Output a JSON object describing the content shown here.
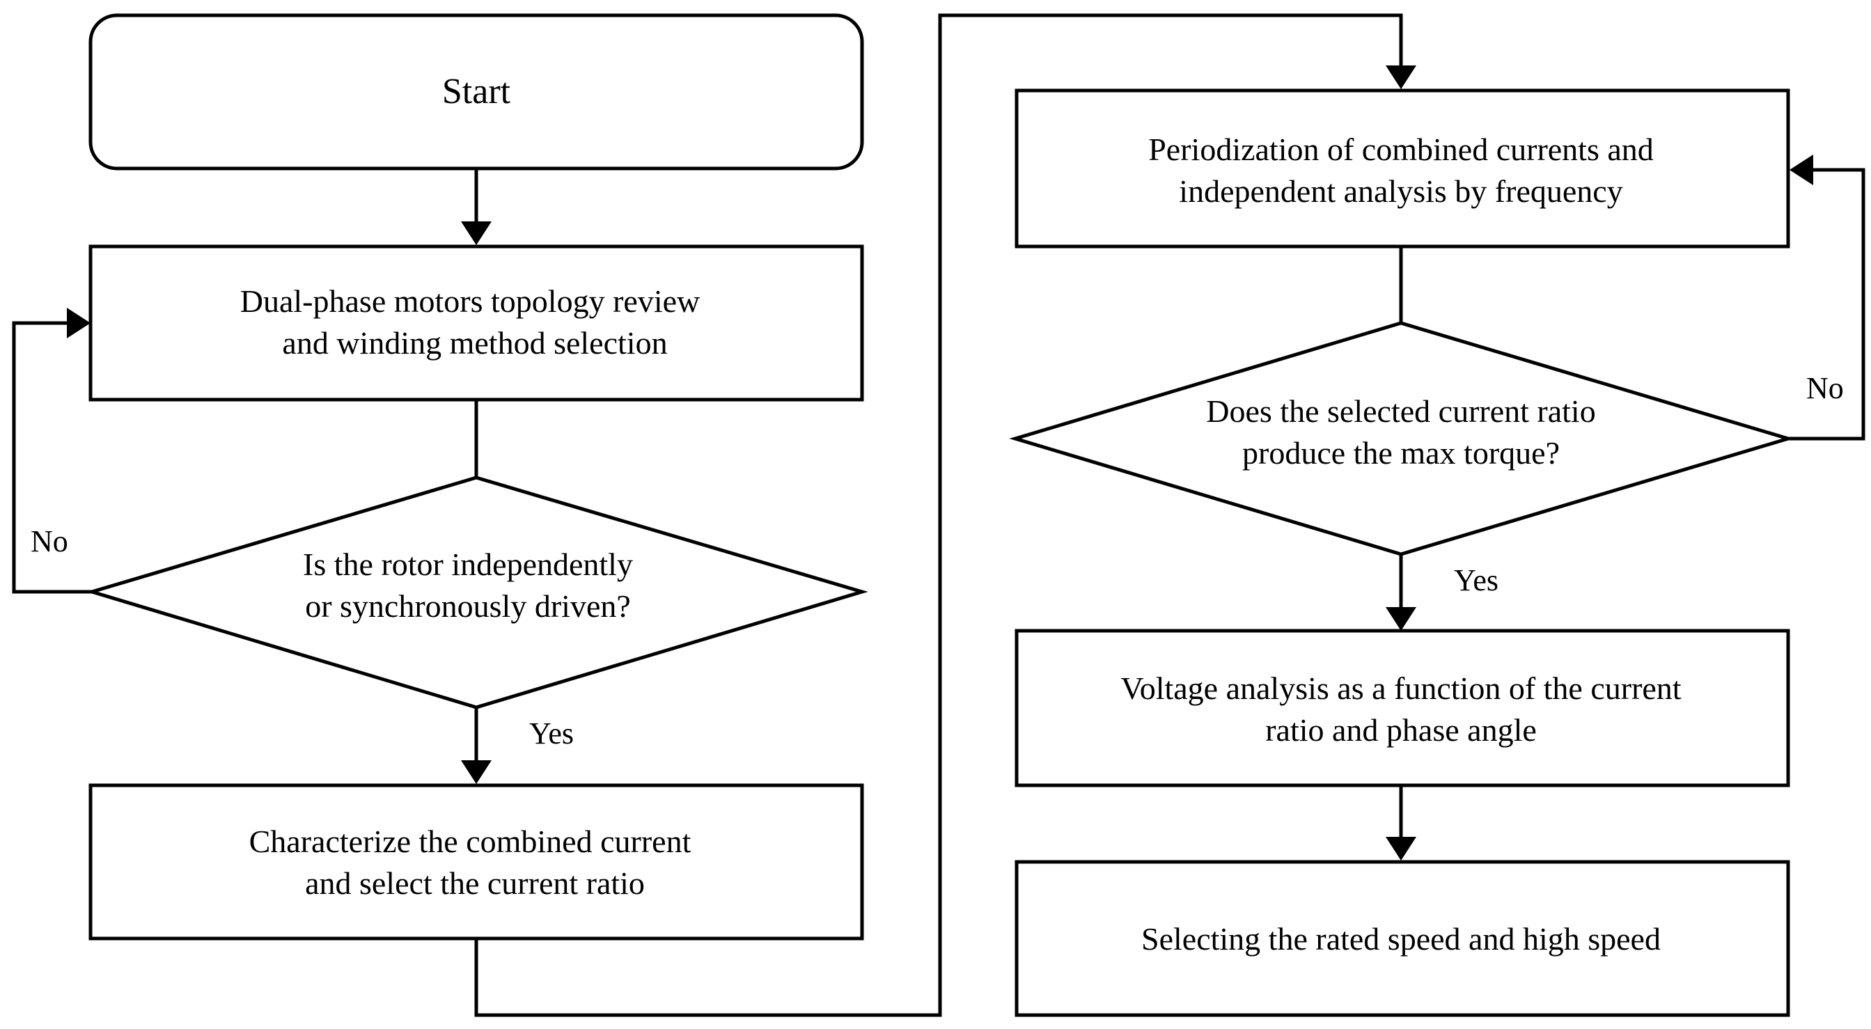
{
  "nodes": {
    "start": "Start",
    "topology_line1": "Dual-phase motors topology review",
    "topology_line2": "and winding method selection",
    "rotor_question_line1": "Is the rotor independently",
    "rotor_question_line2": "or synchronously driven?",
    "characterize_line1": "Characterize the combined current",
    "characterize_line2": "and select the current ratio",
    "periodization_line1": "Periodization of combined currents and",
    "periodization_line2": "independent analysis by frequency",
    "torque_question_line1": "Does the selected current ratio",
    "torque_question_line2": "produce the max torque?",
    "voltage_line1": "Voltage analysis as a function of the current",
    "voltage_line2": "ratio and phase angle",
    "speed_selection": "Selecting the rated speed and high speed"
  },
  "edge_labels": {
    "rotor_no": "No",
    "rotor_yes": "Yes",
    "torque_no": "No",
    "torque_yes": "Yes"
  }
}
